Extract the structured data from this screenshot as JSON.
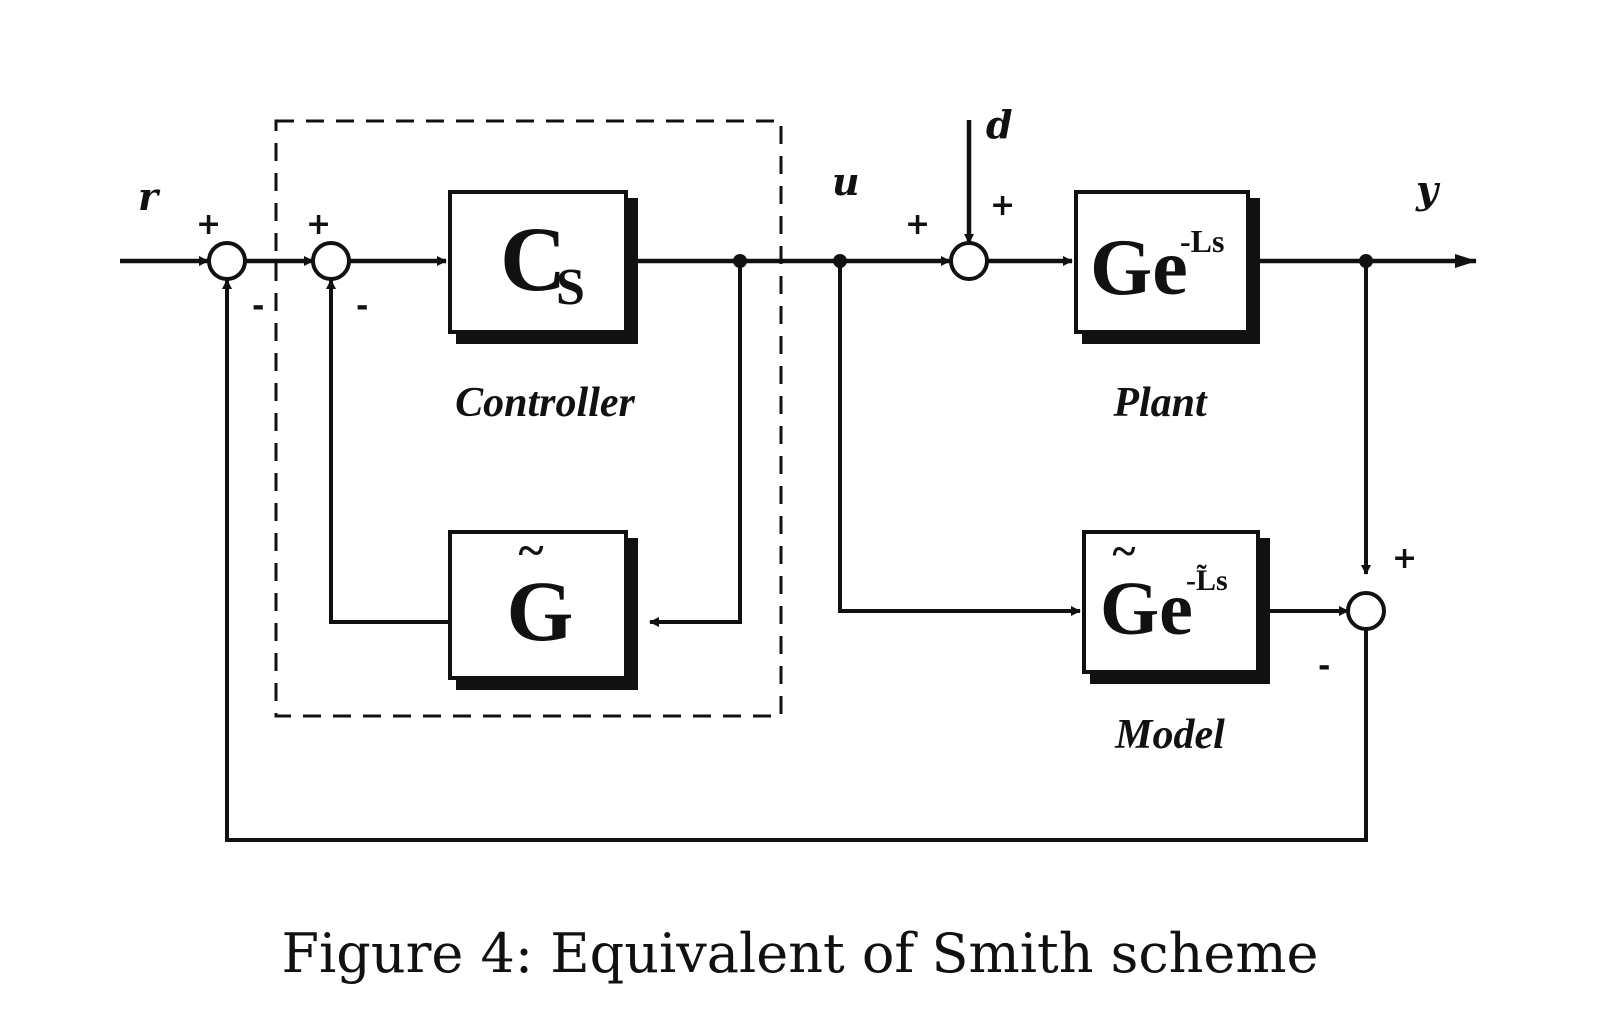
{
  "signals": {
    "r": "r",
    "u": "u",
    "d": "d",
    "y": "y"
  },
  "signs": {
    "sum1_top": "+",
    "sum1_bottom": "-",
    "sum2_top": "+",
    "sum2_bottom": "-",
    "sum3_left": "+",
    "sum3_top": "+",
    "sum4_top": "+",
    "sum4_bottom": "-"
  },
  "blocks": {
    "cs": {
      "main": "C",
      "sub": "S"
    },
    "gtilde": {
      "main": "G",
      "tilde": "~"
    },
    "plant": {
      "main": "Ge",
      "exp": "-Ls"
    },
    "model": {
      "main": "Ge",
      "tilde": "~",
      "exp": "-L̃s"
    }
  },
  "labels": {
    "controller": "Controller",
    "plant": "Plant",
    "model": "Model"
  },
  "caption": "Figure 4: Equivalent of Smith scheme"
}
